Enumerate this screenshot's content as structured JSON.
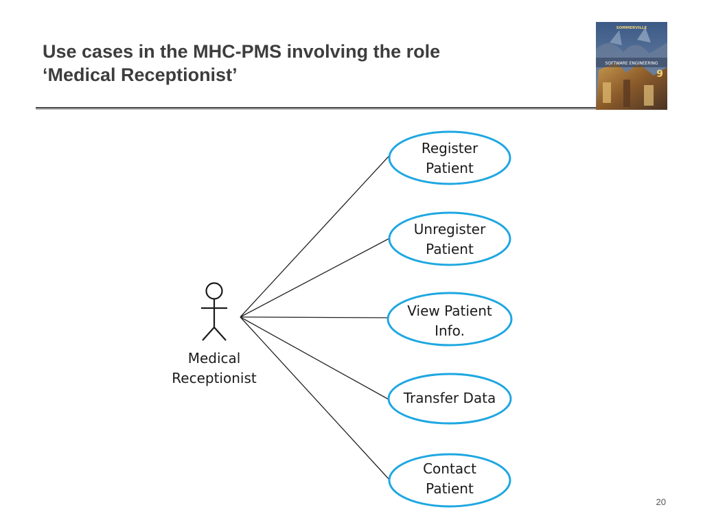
{
  "slide": {
    "title_line1": "Use cases in the MHC-PMS involving the role",
    "title_line2": "‘Medical Receptionist’",
    "page_number": "20"
  },
  "book_cover": {
    "author": "SOMMERVILLE",
    "title": "SOFTWARE ENGINEERING",
    "edition": "9"
  },
  "actor": {
    "icon": "stick-figure-icon",
    "label_line1": "Medical",
    "label_line2": "Receptionist"
  },
  "use_cases": [
    {
      "line1": "Register",
      "line2": "Patient"
    },
    {
      "line1": "Unregister",
      "line2": "Patient"
    },
    {
      "line1": "View Patient",
      "line2": "Info."
    },
    {
      "line1": "Transfer Data",
      "line2": ""
    },
    {
      "line1": "Contact",
      "line2": "Patient"
    }
  ],
  "colors": {
    "title": "#3d3d3d",
    "ellipse_stroke": "#1ea7e1",
    "line": "#222222",
    "text": "#1a1a1a"
  }
}
